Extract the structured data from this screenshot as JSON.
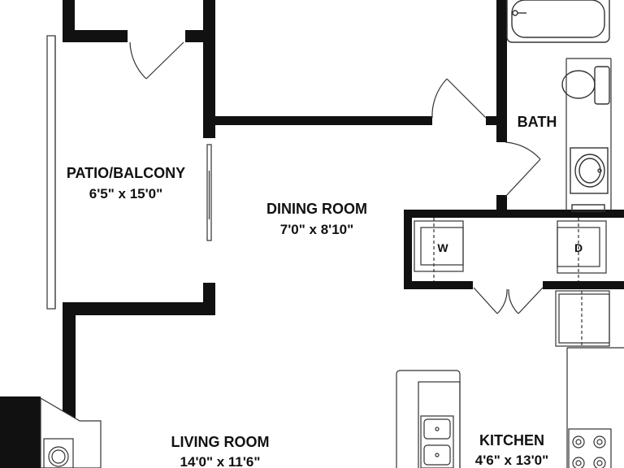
{
  "colors": {
    "wall": "#111111",
    "fixture_stroke": "#333333",
    "background": "#ffffff"
  },
  "rooms": [
    {
      "name": "PATIO/BALCONY",
      "dimensions": "6'5\" x 15'0\""
    },
    {
      "name": "DINING ROOM",
      "dimensions": "7'0\" x 8'10\""
    },
    {
      "name": "BATH"
    },
    {
      "name": "LIVING ROOM",
      "dimensions": "14'0\" x 11'6\""
    },
    {
      "name": "KITCHEN",
      "dimensions": "4'6\" x 13'0\""
    }
  ],
  "appliances": {
    "washer_label": "W",
    "dryer_label": "D"
  },
  "icons": [
    "door-swing-icon",
    "bathtub-icon",
    "toilet-icon",
    "sink-icon",
    "range-icon",
    "fireplace-icon"
  ]
}
